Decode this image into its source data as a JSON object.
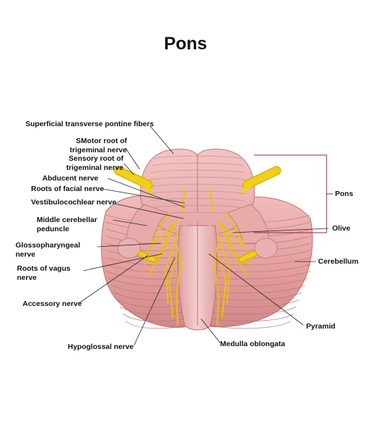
{
  "title": "Pons",
  "labels": {
    "superficial_fibers": "Superficial transverse pontine fibers",
    "motor_root": [
      "SMotor root of",
      "trigeminal nerve"
    ],
    "sensory_root": [
      "Sensory root of",
      "trigeminal nerve"
    ],
    "abducent": "Abducent nerve",
    "facial": "Roots of facial nerve",
    "vestibulocochlear": "Vestibulocochlear nerve",
    "mcp": [
      "Middle cerebellar",
      "peduncle"
    ],
    "glossopharyngeal": [
      "Glossopharyngeal",
      "nerve"
    ],
    "vagus": [
      "Roots of vagus",
      "nerve"
    ],
    "accessory": "Accessory nerve",
    "hypoglossal": "Hypoglossal nerve",
    "medulla": "Medulla oblongata",
    "pyramid": "Pyramid",
    "cerebellum": "Cerebellum",
    "olive": "Olive",
    "pons": "Pons"
  },
  "colors": {
    "tissue": "#e7a3a3",
    "tissue_dark": "#c27b7b",
    "tissue_light": "#f3c4c2",
    "nerve": "#f2cf1b",
    "nerve_dark": "#d9b300",
    "leader": "#222222",
    "bracket": "#8a2b2b"
  }
}
